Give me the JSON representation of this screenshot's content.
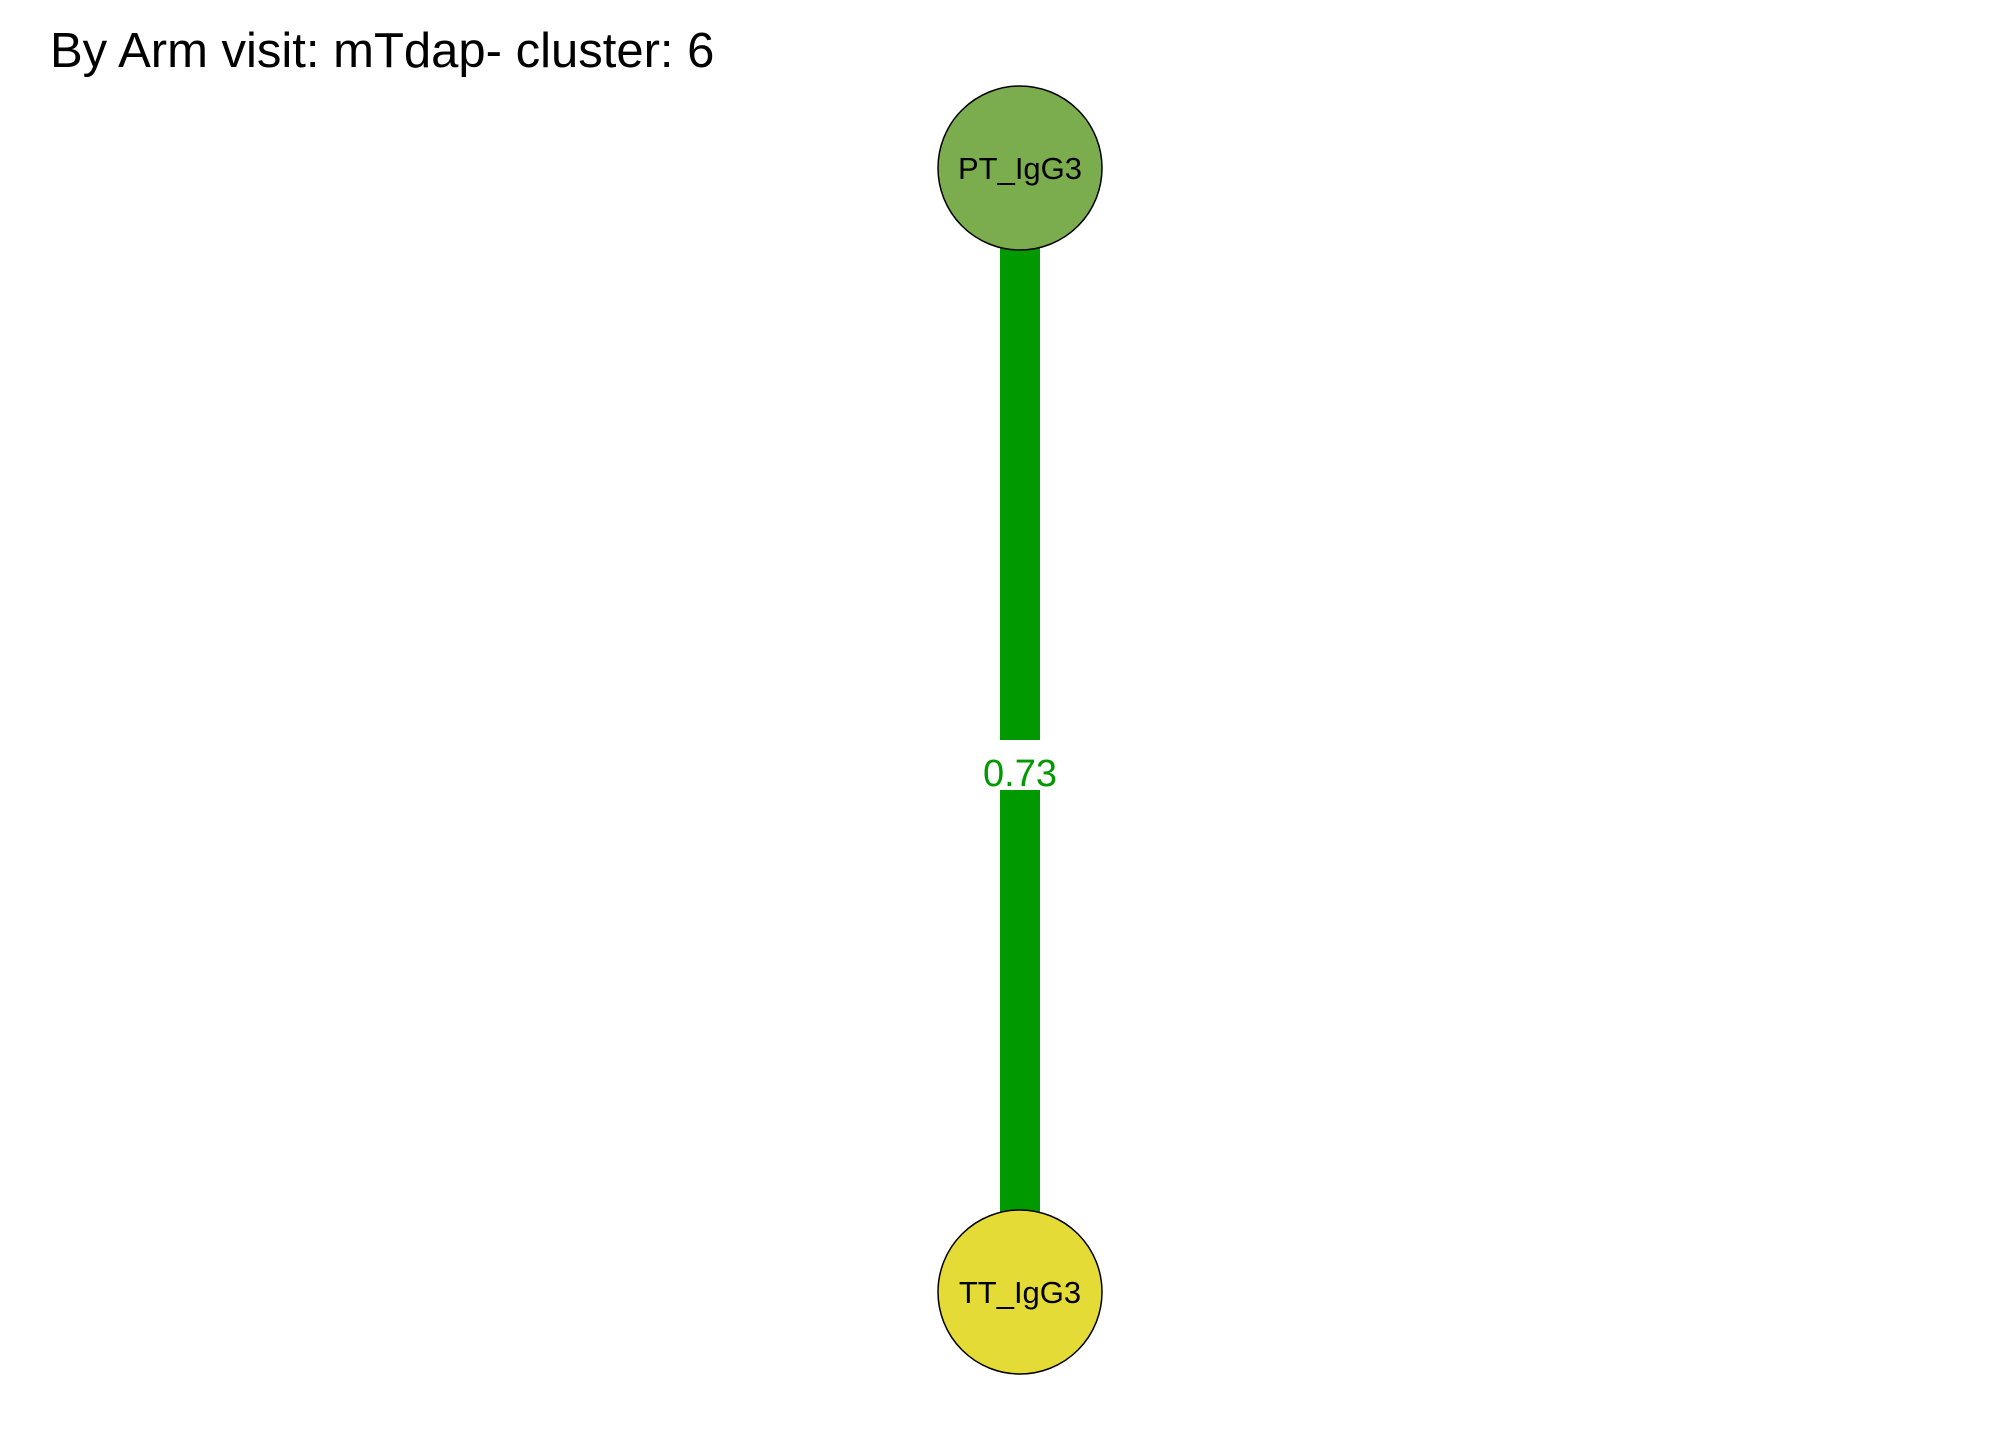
{
  "title": "By Arm visit: mTdap- cluster: 6",
  "nodes": [
    {
      "id": "pt",
      "label": "PT_IgG3",
      "color": "#7BAD4F"
    },
    {
      "id": "tt",
      "label": "TT_IgG3",
      "color": "#E5DB37"
    }
  ],
  "edges": [
    {
      "from": "PT_IgG3",
      "to": "TT_IgG3",
      "weight": 0.73,
      "label": "0.73",
      "color": "#009900"
    }
  ],
  "colors": {
    "node_border": "#000000",
    "edge": "#009900"
  }
}
